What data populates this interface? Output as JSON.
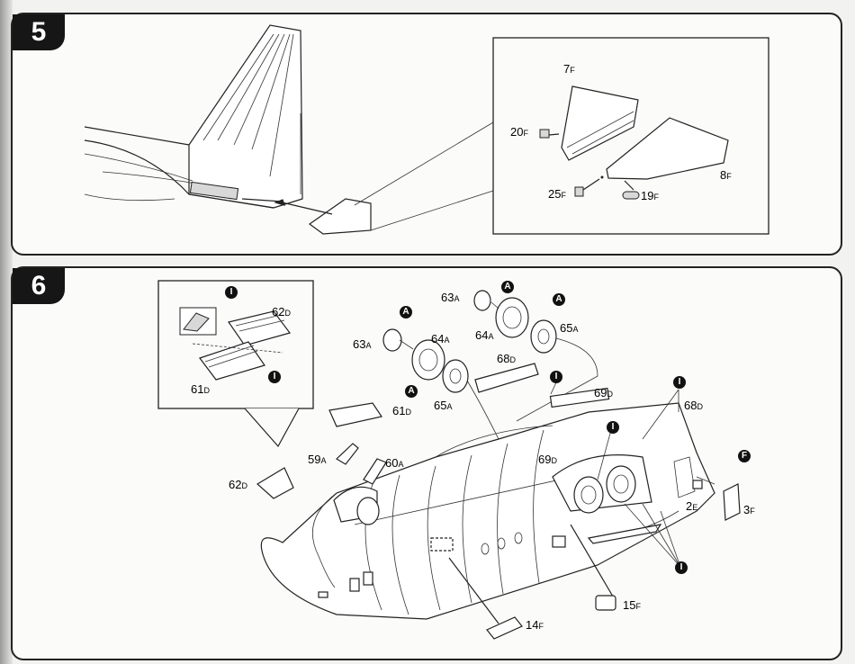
{
  "steps": [
    {
      "number": "5",
      "parts": [
        {
          "num": "7",
          "letter": "F"
        },
        {
          "num": "20",
          "letter": "F"
        },
        {
          "num": "8",
          "letter": "F"
        },
        {
          "num": "25",
          "letter": "F"
        },
        {
          "num": "19",
          "letter": "F"
        }
      ]
    },
    {
      "number": "6",
      "callouts": {
        "A": "A",
        "I": "I",
        "F": "F"
      },
      "parts": {
        "p62d_inset": {
          "num": "62",
          "letter": "D"
        },
        "p61d_inset": {
          "num": "61",
          "letter": "D"
        },
        "p63a_right": {
          "num": "63",
          "letter": "A"
        },
        "p63a_left": {
          "num": "63",
          "letter": "A"
        },
        "p64a_left": {
          "num": "64",
          "letter": "A"
        },
        "p64a_right": {
          "num": "64",
          "letter": "A"
        },
        "p65a_right": {
          "num": "65",
          "letter": "A"
        },
        "p65a_left": {
          "num": "65",
          "letter": "A"
        },
        "p68d_mid": {
          "num": "68",
          "letter": "D"
        },
        "p69d_top": {
          "num": "69",
          "letter": "D"
        },
        "p68d_right": {
          "num": "68",
          "letter": "D"
        },
        "p61d_main": {
          "num": "61",
          "letter": "D"
        },
        "p59a": {
          "num": "59",
          "letter": "A"
        },
        "p60a": {
          "num": "60",
          "letter": "A"
        },
        "p62d_main": {
          "num": "62",
          "letter": "D"
        },
        "p69d_low": {
          "num": "69",
          "letter": "D"
        },
        "p2e": {
          "num": "2",
          "letter": "E"
        },
        "p3f": {
          "num": "3",
          "letter": "F"
        },
        "p15f": {
          "num": "15",
          "letter": "F"
        },
        "p14f": {
          "num": "14",
          "letter": "F"
        }
      }
    }
  ]
}
